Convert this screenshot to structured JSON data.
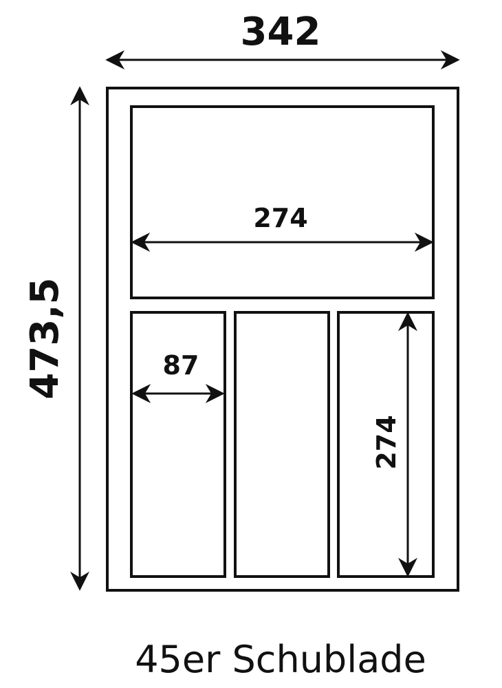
{
  "dimensions": {
    "width": "342",
    "height": "473,5",
    "top_compartment_width": "274",
    "small_compartment_width": "87",
    "right_compartment_length": "274"
  },
  "caption": "45er Schublade",
  "colors": {
    "stroke": "#111111",
    "background": "#ffffff"
  }
}
